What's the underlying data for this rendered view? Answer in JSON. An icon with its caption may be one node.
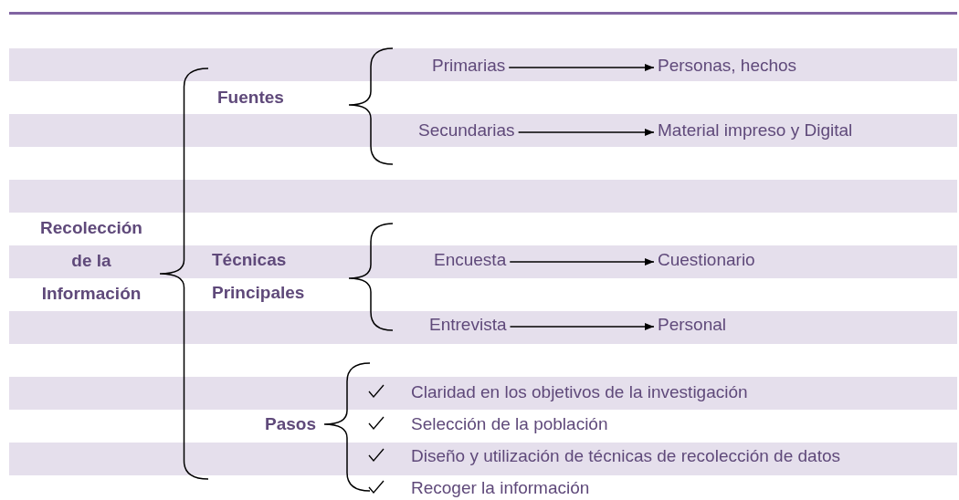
{
  "diagram": {
    "nodes": [
      {
        "text": [
          "Primarias"
        ]
      },
      {
        "text": [
          "Personas, hechos"
        ]
      },
      {
        "text": [
          "Secundarias"
        ]
      },
      {
        "text": [
          "Material impreso y Digital"
        ]
      },
      {
        "text": [
          "Encuesta"
        ]
      },
      {
        "text": [
          "Cuestionario"
        ]
      },
      {
        "text": [
          "Entrevista"
        ]
      },
      {
        "text": [
          "Personal"
        ]
      }
    ],
    "edges": [
      {
        "from": 0,
        "to": 1,
        "arrow": "to"
      },
      {
        "from": 2,
        "to": 3,
        "arrow": "to"
      },
      {
        "from": 4,
        "to": 5,
        "arrow": "to"
      },
      {
        "from": 6,
        "to": 7,
        "arrow": "to"
      }
    ],
    "labels": [
      "Fuentes",
      "Recolección de la Información",
      "Técnicas Principales",
      "Pasos",
      "Claridad en los objetivos de la investigación",
      "Selección de la población",
      "Diseño y utilización de técnicas de recolección de datos",
      "Recoger la información"
    ]
  }
}
